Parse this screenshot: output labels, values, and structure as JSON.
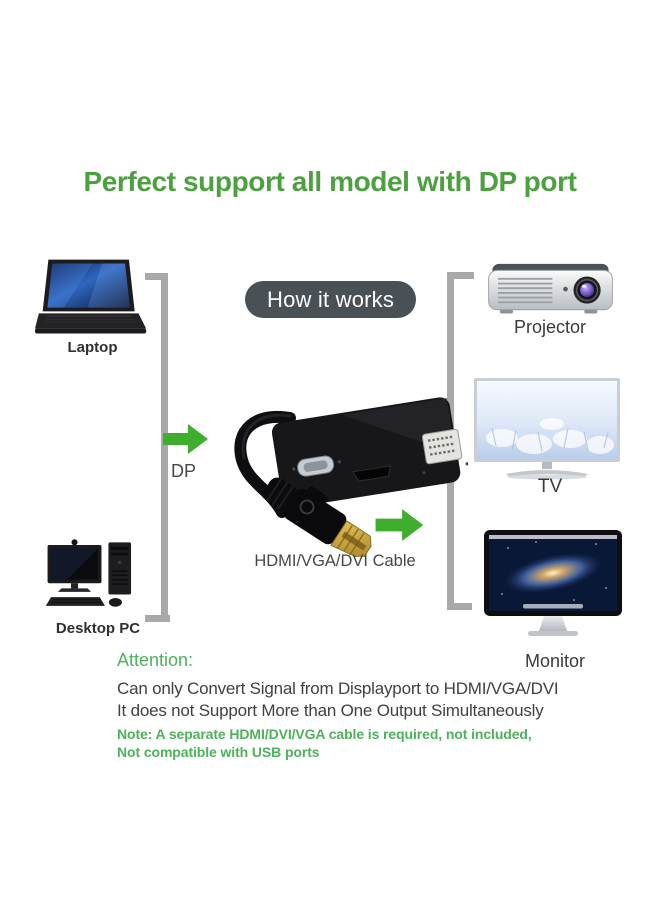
{
  "title": "Perfect support all model with DP port",
  "badge": {
    "label": "How it works"
  },
  "devices": {
    "sources": [
      {
        "id": "laptop",
        "label": "Laptop"
      },
      {
        "id": "desktop-pc",
        "label": "Desktop PC"
      }
    ],
    "outputs": [
      {
        "id": "projector",
        "label": "Projector"
      },
      {
        "id": "tv",
        "label": "TV"
      },
      {
        "id": "monitor",
        "label": "Monitor"
      }
    ]
  },
  "flow": {
    "input_port_label": "DP",
    "cable_label": "HDMI/VGA/DVI Cable"
  },
  "attention": {
    "heading": "Attention:",
    "line1": "Can only Convert Signal from Displayport to HDMI/VGA/DVI",
    "line2": "It does not Support More than One Output Simultaneously",
    "note_line1": "Note: A separate HDMI/DVI/VGA cable is required, not included,",
    "note_line2": "Not compatible with USB ports"
  },
  "icons": {
    "laptop": "laptop-icon",
    "desktop": "desktop-pc-icon",
    "projector": "projector-icon",
    "tv": "tv-icon",
    "monitor": "monitor-icon",
    "adapter": "dp-adapter-image",
    "arrows": "green-right-arrow-icon"
  },
  "colors": {
    "title_green": "#4ba13d",
    "arrow_green": "#3fae2e",
    "note_green": "#4db25a",
    "pill_bg": "#4a5156",
    "pill_text": "#ffffff",
    "bracket_gray": "#a9a9a9",
    "body_text": "#414141"
  }
}
